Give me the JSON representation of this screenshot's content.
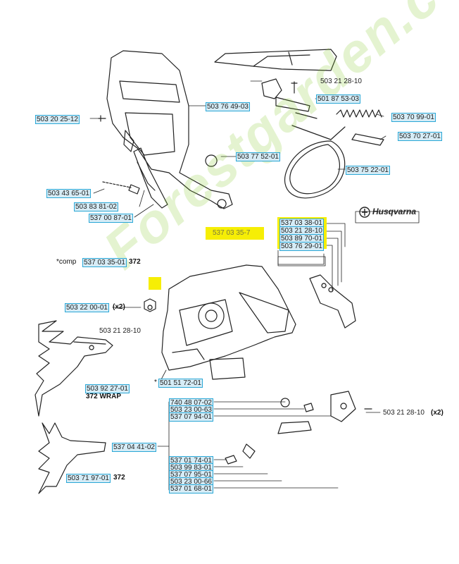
{
  "brand": {
    "name": "Husqvarna"
  },
  "watermark": "Forestgarden.com",
  "parts": [
    {
      "id": "p01",
      "text": "503 21 28-10",
      "boxed": false
    },
    {
      "id": "p02",
      "text": "501 87 53-03",
      "boxed": true
    },
    {
      "id": "p03",
      "text": "503 76 49-03",
      "boxed": true
    },
    {
      "id": "p04",
      "text": "503 20 25-12",
      "boxed": true
    },
    {
      "id": "p05",
      "text": "503 70 99-01",
      "boxed": true
    },
    {
      "id": "p06",
      "text": "503 70 27-01",
      "boxed": true
    },
    {
      "id": "p07",
      "text": "503 77 52-01",
      "boxed": true
    },
    {
      "id": "p08",
      "text": "503 75 22-01",
      "boxed": true
    },
    {
      "id": "p09",
      "text": "503 43 65-01",
      "boxed": true
    },
    {
      "id": "p10",
      "text": "503 83 81-02",
      "boxed": true
    },
    {
      "id": "p11",
      "text": "537 00 87-01",
      "boxed": true
    },
    {
      "id": "p12",
      "text": "537 03 38-01",
      "boxed": true
    },
    {
      "id": "p13",
      "text": "503 21 28-10",
      "boxed": true
    },
    {
      "id": "p14",
      "text": "503 89 70-01",
      "boxed": true
    },
    {
      "id": "p15",
      "text": "503 76 29-01",
      "boxed": true
    },
    {
      "id": "p16",
      "text": "537 03 35-01",
      "boxed": true
    },
    {
      "id": "p17",
      "text": "503 22 00-01",
      "boxed": true
    },
    {
      "id": "p18",
      "text": "503 21 28-10",
      "boxed": false
    },
    {
      "id": "p19",
      "text": "503 92 27-01",
      "boxed": true
    },
    {
      "id": "p20",
      "text": "501 51 72-01",
      "boxed": true
    },
    {
      "id": "p21",
      "text": "740 48 07-02",
      "boxed": true
    },
    {
      "id": "p22",
      "text": "503 23 00-63",
      "boxed": true
    },
    {
      "id": "p23",
      "text": "537 07 94-01",
      "boxed": true
    },
    {
      "id": "p24",
      "text": "503 21 28-10",
      "boxed": false
    },
    {
      "id": "p25",
      "text": "537 04 41-02",
      "boxed": true
    },
    {
      "id": "p26",
      "text": "537 01 74-01",
      "boxed": true
    },
    {
      "id": "p27",
      "text": "503 99 83-01",
      "boxed": true
    },
    {
      "id": "p28",
      "text": "537 07 95-01",
      "boxed": true
    },
    {
      "id": "p29",
      "text": "503 23 00-66",
      "boxed": true
    },
    {
      "id": "p30",
      "text": "537 01 68-01",
      "boxed": true
    },
    {
      "id": "p31",
      "text": "503 71 97-01",
      "boxed": true
    }
  ],
  "notes": {
    "qty_x2_a": "(x2)",
    "qty_x2_b": "(x2)",
    "star": "*",
    "comp_prefix": "*comp",
    "comp_suffix": "372",
    "model_372_wrap": "372 WRAP",
    "model_372": "372",
    "highlight_code": "537 03 35-7"
  }
}
